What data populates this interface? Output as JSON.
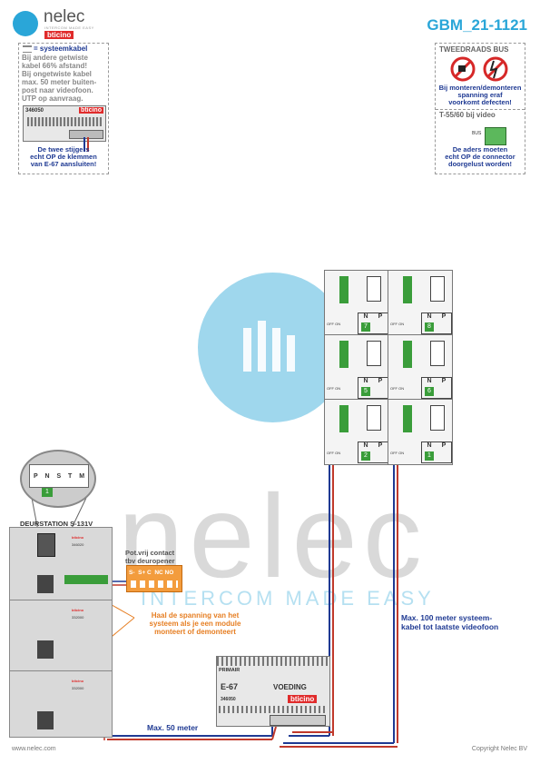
{
  "header": {
    "brand": "nelec",
    "tagline": "INTERCOM MADE EASY",
    "sub_brand": "bticino",
    "doc_id": "GBM_21-1121"
  },
  "note_left": {
    "title": "= systeemkabel",
    "lines": [
      "Bij andere getwiste",
      "kabel 66% afstand!",
      "Bij ongetwiste kabel",
      "max. 50 meter buiten-",
      "post naar videofoon.",
      "UTP op aanvraag."
    ],
    "device_code": "346050",
    "device_brand": "bticino",
    "caption": [
      "De twee stijgers",
      "echt OP de klemmen",
      "van E-67 aansluiten!"
    ]
  },
  "note_right": {
    "title": "TWEEDRAADS BUS",
    "warning": [
      "Bij monteren/demonteren",
      "spanning eraf",
      "voorkomt defecten!"
    ],
    "sub_title": "T-55/60 bij video",
    "caption": [
      "De aders moeten",
      "echt OP de connector",
      "doorgelust worden!"
    ]
  },
  "zoom_detail": {
    "labels": [
      "P",
      "N",
      "S",
      "T",
      "M"
    ],
    "number": "1"
  },
  "door_station": {
    "title": "DEURSTATION S-131V",
    "module_codes": [
      "346020",
      "332000",
      "332000"
    ],
    "brand": "bticino"
  },
  "relay": {
    "title": [
      "Pot.vrij contact",
      "tbv deuropener"
    ],
    "terminals": "S-  S+ C  NC NO"
  },
  "notes": {
    "power_warning": [
      "Haal de spanning van het",
      "systeem als je een module",
      "monteert of demonteert"
    ],
    "max100": [
      "Max. 100 meter systeem-",
      "kabel tot laatste videofoon"
    ],
    "max50": "Max. 50 meter"
  },
  "power_supply": {
    "primair": "PRIMAIR",
    "model": "E-67",
    "label": "VOEDING",
    "code": "346050",
    "brand": "bticino"
  },
  "videophones": [
    {
      "number": "7"
    },
    {
      "number": "8"
    },
    {
      "number": "5"
    },
    {
      "number": "6"
    },
    {
      "number": "2"
    },
    {
      "number": "1"
    }
  ],
  "videophone_labels": {
    "n": "N",
    "p": "P",
    "off_on": "OFF ON"
  },
  "footer": {
    "left": "www.nelec.com",
    "right": "Copyright Nelec BV"
  },
  "colors": {
    "accent": "#2aa6d8",
    "dark_blue": "#1f3a93",
    "orange": "#e67e22",
    "red": "#c0392b",
    "relay_fill": "#f39c3d",
    "green": "#3a9d3a"
  }
}
